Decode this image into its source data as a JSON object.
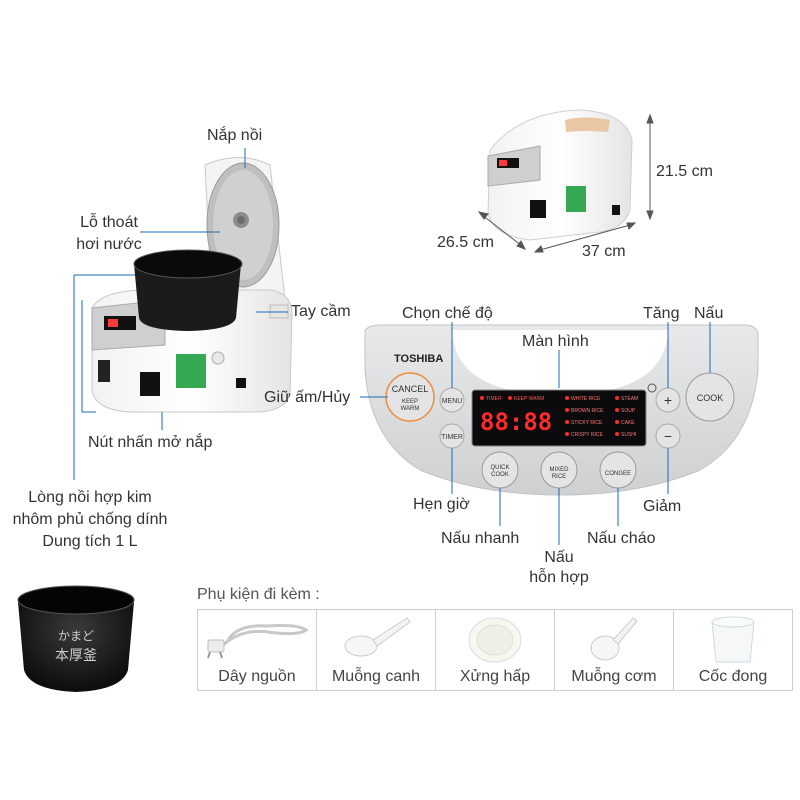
{
  "labels": {
    "lid": "Nắp nồi",
    "steam_vent_1": "Lỗ thoát",
    "steam_vent_2": "hơi nước",
    "handle": "Tay cầm",
    "keep_warm_cancel": "Giữ ấm/Hủy",
    "lid_button": "Nút nhấn mở nắp",
    "inner_pot_1": "Lòng nồi hợp kim",
    "inner_pot_2": "nhôm phủ chống dính",
    "inner_pot_3": "Dung tích 1 L",
    "mode_select": "Chọn chế độ",
    "display": "Màn hình",
    "increase": "Tăng",
    "cook": "Nấu",
    "decrease": "Giảm",
    "timer": "Hẹn giờ",
    "quick_cook": "Nấu nhanh",
    "mixed_1": "Nấu",
    "mixed_2": "hỗn hợp",
    "congee": "Nấu cháo"
  },
  "dimensions": {
    "height": "21.5 cm",
    "depth": "26.5 cm",
    "width": "37 cm"
  },
  "panel": {
    "brand": "TOSHIBA",
    "cancel": "CANCEL",
    "keep": "KEEP",
    "warm": "WARM",
    "menu": "MENU",
    "timer": "TIMER",
    "clock": "88:88",
    "ind_timer": "TIMER",
    "ind_keep_warm": "KEEP WARM",
    "modes": [
      "WHITE RICE",
      "BROWN RICE",
      "STICKY RICE",
      "CRISPY RICE",
      "STEAM",
      "SOUP",
      "CAKE",
      "SUSHI"
    ],
    "plus": "+",
    "minus": "−",
    "cook": "COOK",
    "quick_1": "QUICK",
    "quick_2": "COOK",
    "mixed_1": "MIXED",
    "mixed_2": "RICE",
    "congee": "CONGEE"
  },
  "pot_engraving": {
    "line1": "かまど",
    "line2": "本厚釜"
  },
  "accessories": {
    "title": "Phụ kiện đi kèm :",
    "items": [
      "Dây nguồn",
      "Muỗng canh",
      "Xửng hấp",
      "Muỗng cơm",
      "Cốc đong"
    ]
  },
  "colors": {
    "display_red": "#ff2a2a",
    "panel_silver": "#d9dadc",
    "label_line": "#1a6bb5"
  }
}
